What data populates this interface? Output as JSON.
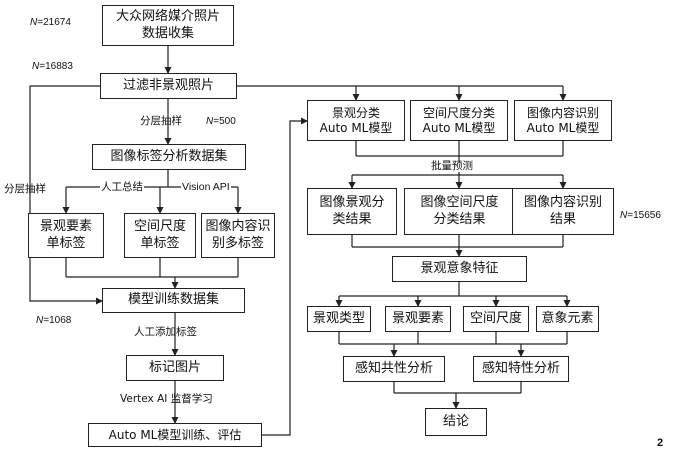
{
  "boxes": {
    "collect": "大众网络媒介照片\n数据收集",
    "filter": "过滤非景观照片",
    "tagset": "图像标签分析数据集",
    "landscape_single": "景观要素\n单标签",
    "spatial_single": "空间尺度\n单标签",
    "content_multi": "图像内容识\n别多标签",
    "train_set": "模型训练数据集",
    "marked": "标记图片",
    "automl_train": "Auto ML模型训练、评估",
    "model_landscape": "景观分类\nAuto ML模型",
    "model_spatial": "空间尺度分类\nAuto ML模型",
    "model_content": "图像内容识别\nAuto ML模型",
    "result_landscape": "图像景观分\n类结果",
    "result_spatial": "图像空间尺度\n分类结果",
    "result_content": "图像内容识别\n结果",
    "feature": "景观意象特征",
    "type": "景观类型",
    "element": "景观要素",
    "scale": "空间尺度",
    "imagery": "意象元素",
    "common": "感知共性分析",
    "specific": "感知特性分析",
    "conclusion": "结论"
  },
  "labels": {
    "stratified_1": "分层抽样",
    "stratified_2": "分层抽样",
    "manual_summary": "人工总结",
    "vision_api": "Vision API",
    "manual_tag": "人工添加标签",
    "vertex": "Vertex AI 监督学习",
    "batch": "批量预测",
    "page_number": "2"
  },
  "counts": {
    "n_symbol": "N",
    "n_collect": "=21674",
    "n_filter": "=16883",
    "n_sample": "=500",
    "n_train": "=1068",
    "n_predict": "=15656"
  }
}
